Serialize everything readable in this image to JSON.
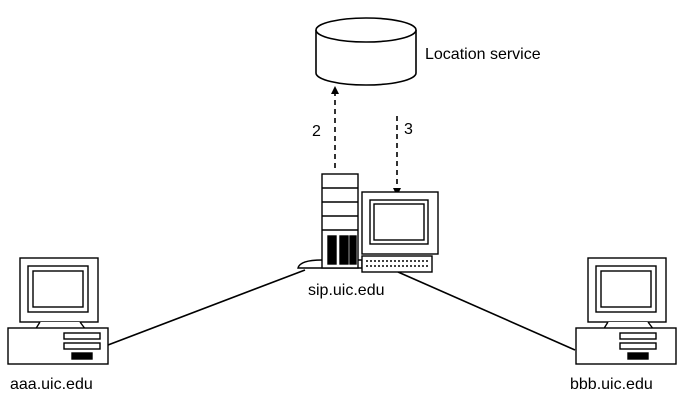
{
  "nodes": {
    "location_service": {
      "label": "Location service"
    },
    "proxy": {
      "label": "sip.uic.edu"
    },
    "client_left": {
      "label": "aaa.uic.edu"
    },
    "client_right": {
      "label": "bbb.uic.edu"
    }
  },
  "arrows": {
    "query": {
      "label": "2"
    },
    "response": {
      "label": "3"
    }
  },
  "colors": {
    "stroke": "#000000",
    "fill": "#ffffff",
    "screen": "#ffffff"
  }
}
